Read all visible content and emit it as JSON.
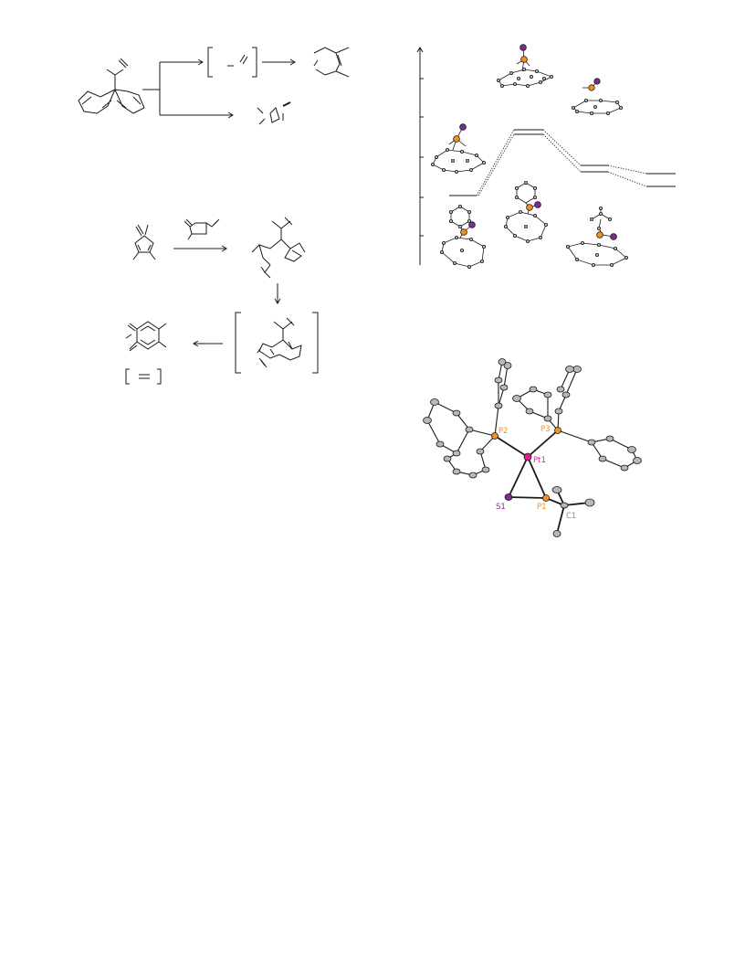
{
  "figure": {
    "background": "#ffffff",
    "colors": {
      "stroke": "#1a1a1a",
      "carbon": "#b8b8b8",
      "phosphorus": "#f2911b",
      "sulfur": "#7b2d8e",
      "platinum": "#e6198c",
      "carbon_label": "#8c8c8c"
    }
  },
  "crystal_structure": {
    "labels": {
      "platinum": "Pt1",
      "phosphorus_a": "P2",
      "phosphorus_b": "P3",
      "phosphorus_c": "P1",
      "sulfur": "S1",
      "carbon": "C1"
    }
  }
}
